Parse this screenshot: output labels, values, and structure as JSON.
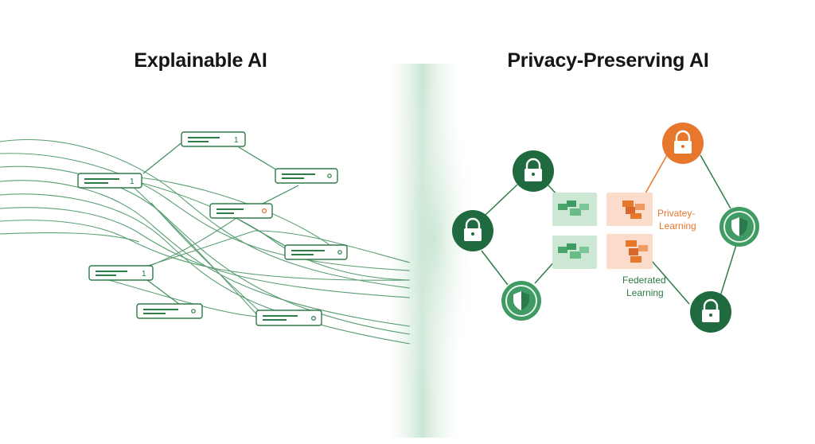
{
  "left_panel": {
    "title": "Explainable AI",
    "node_badge": "1"
  },
  "right_panel": {
    "title": "Privacy-Preserving AI",
    "label_privacy_line1": "Privatey-",
    "label_privacy_line2": "Learning",
    "label_federated_line1": "Federated",
    "label_federated_line2": "Learning"
  },
  "colors": {
    "green_dark": "#1f6a3f",
    "green_mid": "#3f9b63",
    "green_light": "#cde7d5",
    "orange": "#e8772e",
    "orange_light": "#fbdccb"
  },
  "icons": [
    "lock-icon",
    "shield-icon"
  ]
}
